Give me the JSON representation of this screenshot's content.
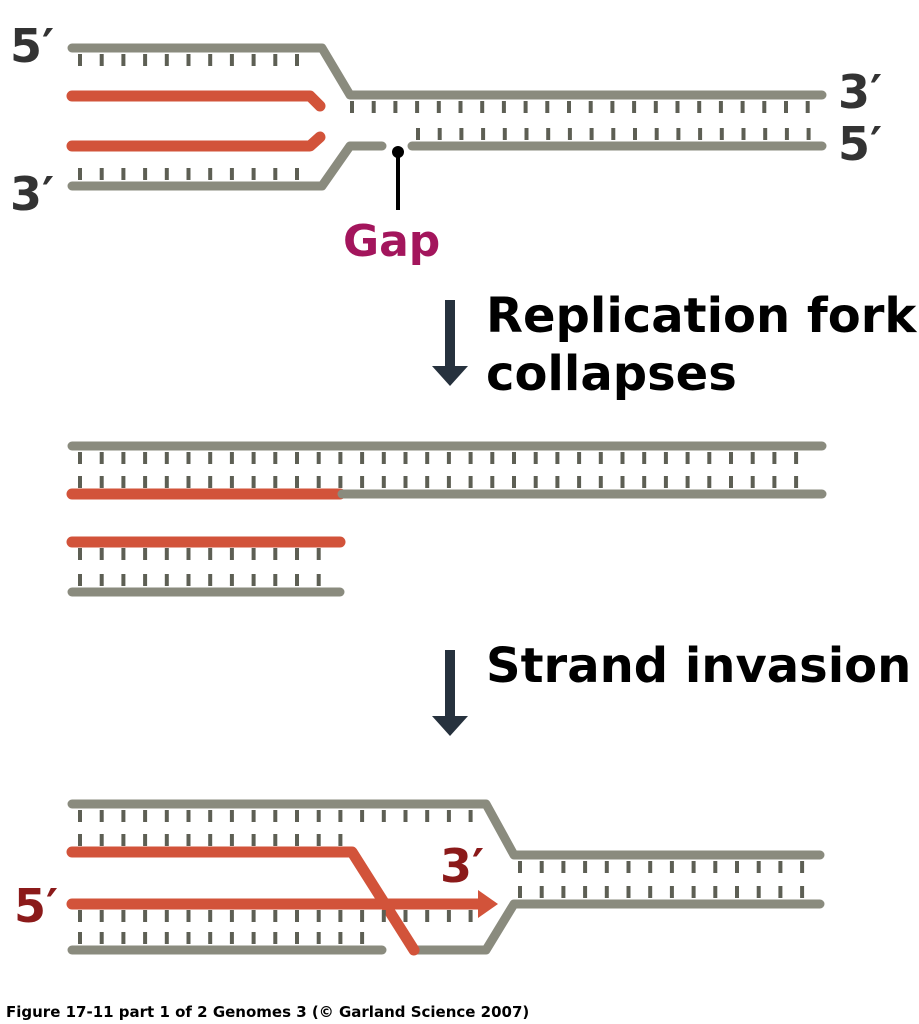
{
  "colors": {
    "parental_strand": "#8a8b7e",
    "new_strand": "#d2533a",
    "arrow": "#26313d",
    "gap_label": "#a3155c",
    "end_label_dark": "#333333",
    "end_label_red": "#8b1a1a"
  },
  "panel1": {
    "top_left_label": "5′",
    "bottom_left_label": "3′",
    "right_top_label": "3′",
    "right_bottom_label": "5′",
    "gap_label": "Gap"
  },
  "step1": {
    "line1": "Replication fork",
    "line2": "collapses"
  },
  "step2": {
    "line1": "Strand invasion"
  },
  "panel3": {
    "label_3prime": "3′",
    "label_5prime": "5′"
  },
  "caption": "Figure 17-11 part 1 of 2  Genomes 3 (© Garland Science 2007)"
}
